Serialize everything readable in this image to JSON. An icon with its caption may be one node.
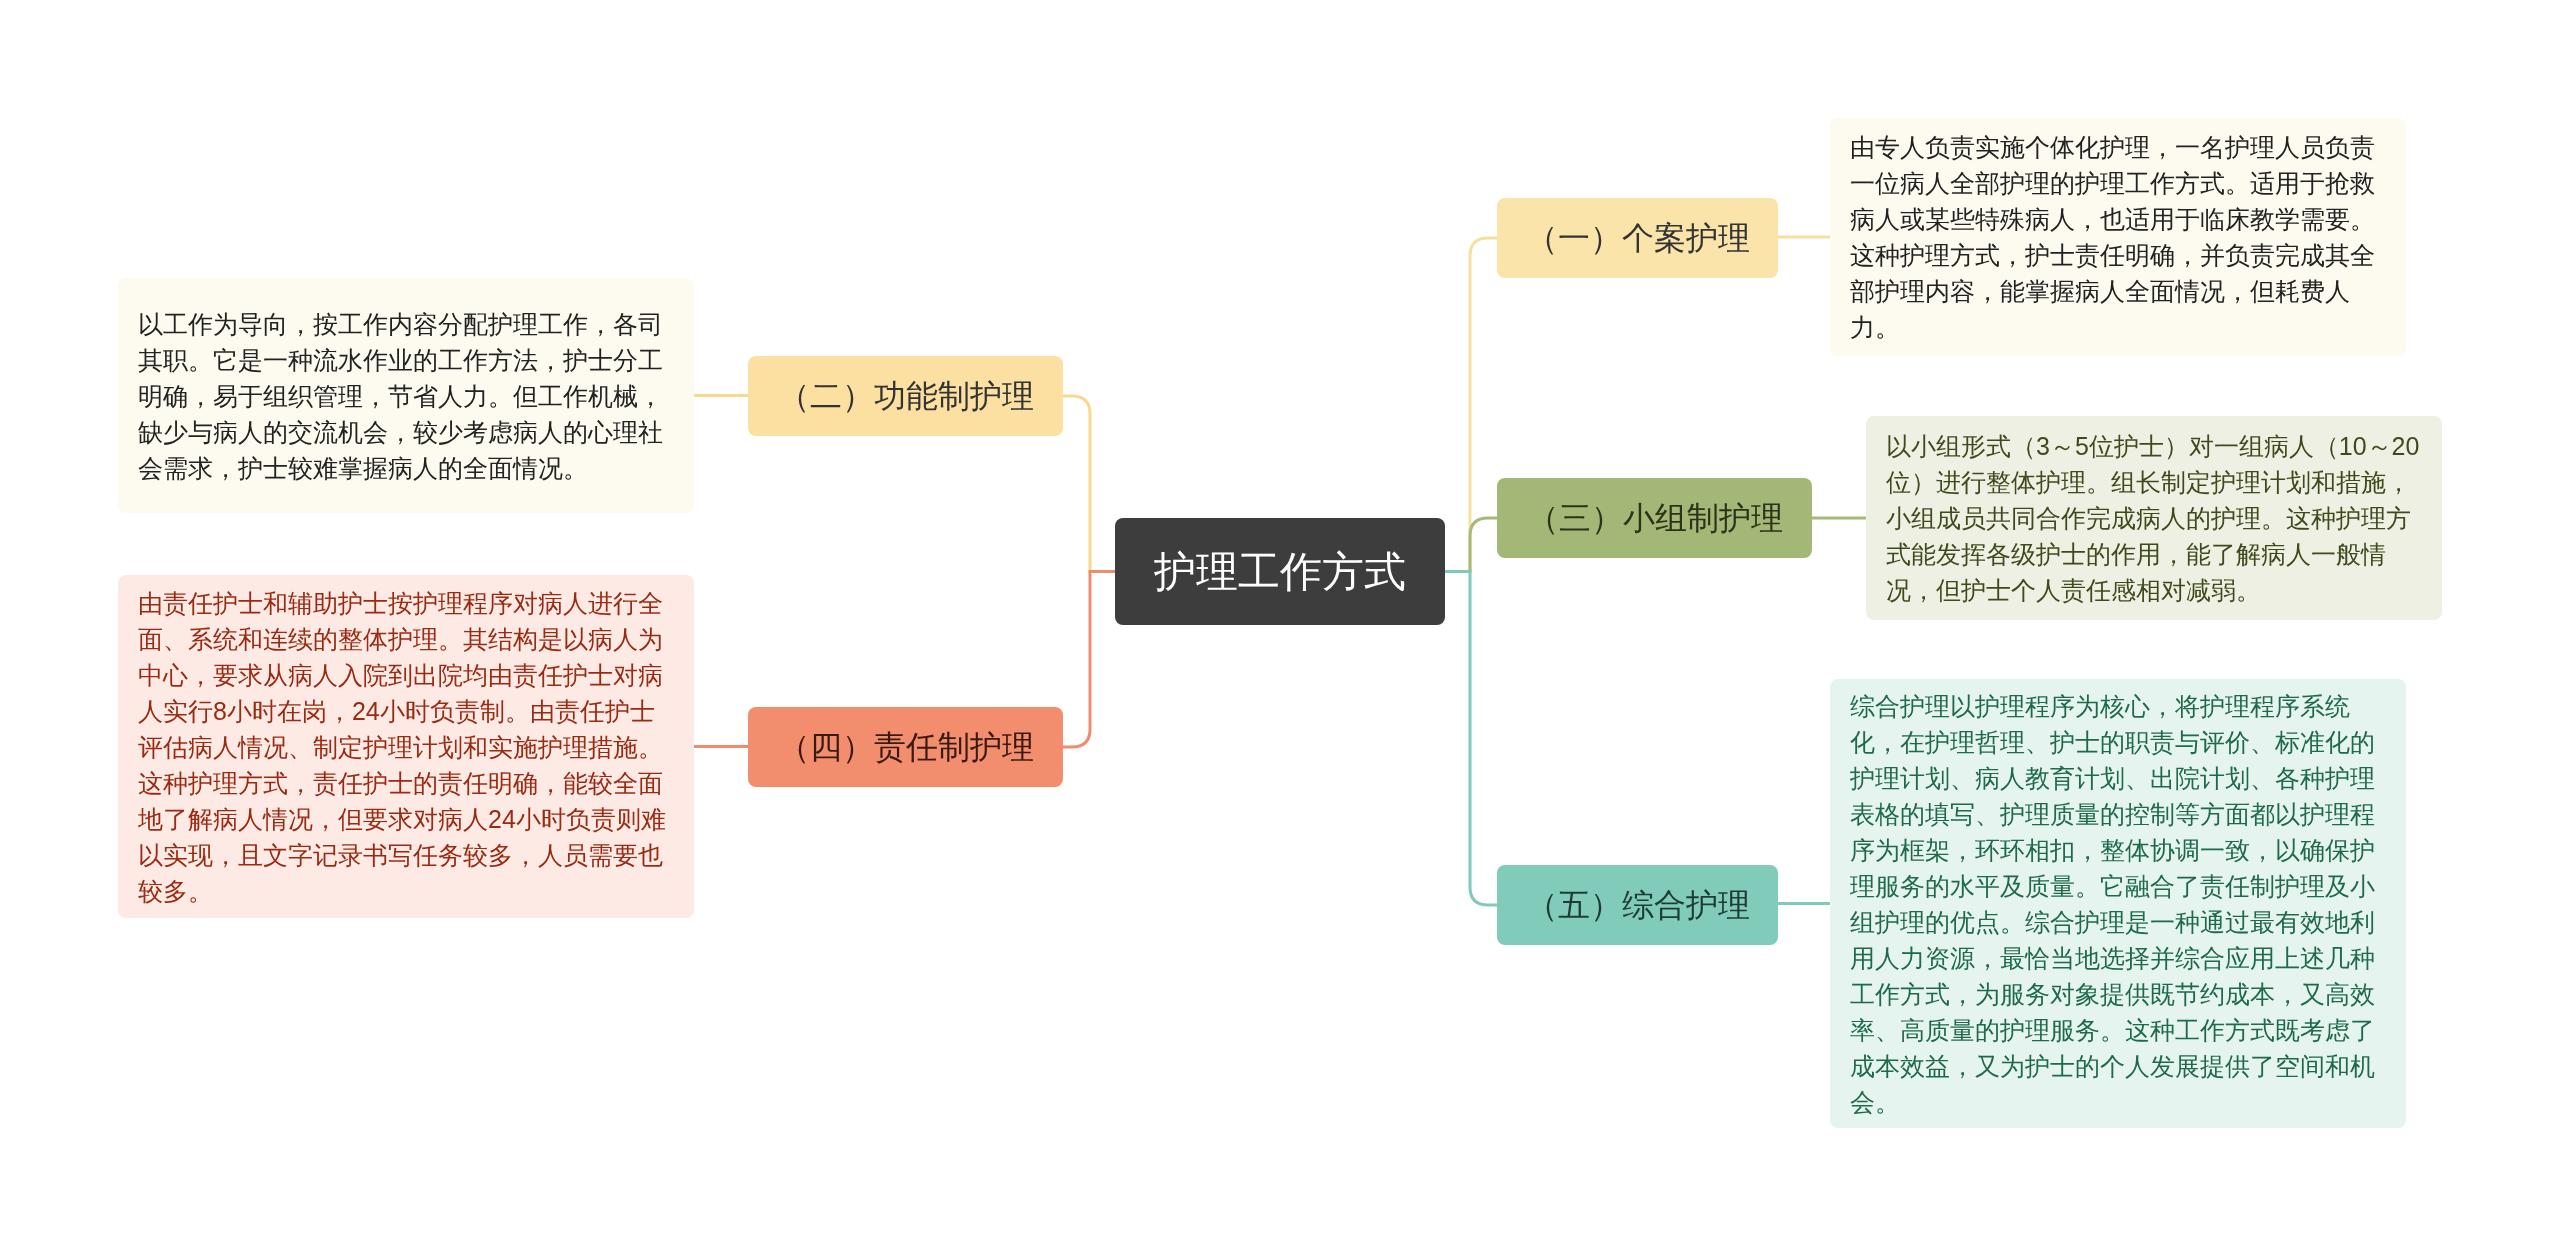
{
  "diagram": {
    "nodes": [
      {
        "text": [
          "护理工作方式"
        ]
      },
      {
        "text": [
          "（一）个案护理"
        ]
      },
      {
        "text": [
          "由专人负责实施个体化护理，一名护理人员负责一位病人全部护理的护理工作方式。适用于抢救病人或某些特殊病人，也适用于临床教学需要。这种护理方式，护士责任明确，并负责完成其全部护理内容，能掌握病人全面情况，但耗费人力。"
        ]
      },
      {
        "text": [
          "（二）功能制护理"
        ]
      },
      {
        "text": [
          "以工作为导向，按工作内容分配护理工作，各司其职。它是一种流水作业的工作方法，护士分工明确，易于组织管理，节省人力。但工作机械，缺少与病人的交流机会，较少考虑病人的心理社会需求，护士较难掌握病人的全面情况。"
        ]
      },
      {
        "text": [
          "（三）小组制护理"
        ]
      },
      {
        "text": [
          "以小组形式（3～5位护士）对一组病人（10～20位）进行整体护理。组长制定护理计划和措施，小组成员共同合作完成病人的护理。这种护理方式能发挥各级护士的作用，能了解病人一般情况，但护士个人责任感相对减弱。"
        ]
      },
      {
        "text": [
          "（四）责任制护理"
        ]
      },
      {
        "text": [
          "由责任护士和辅助护士按护理程序对病人进行全面、系统和连续的整体护理。其结构是以病人为中心，要求从病人入院到出院均由责任护士对病人实行8小时在岗，24小时负责制。由责任护士评估病人情况、制定护理计划和实施护理措施。这种护理方式，责任护士的责任明确，能较全面地了解病人情况，但要求对病人24小时负责则难以实现，且文字记录书写任务较多，人员需要也较多。"
        ]
      },
      {
        "text": [
          "（五）综合护理"
        ]
      },
      {
        "text": [
          "综合护理以护理程序为核心，将护理程序系统化，在护理哲理、护士的职责与评价、标准化的护理计划、病人教育计划、出院计划、各种护理表格的填写、护理质量的控制等方面都以护理程序为框架，环环相扣，整体协调一致，以确保护理服务的水平及质量。它融合了责任制护理及小组护理的优点。综合护理是一种通过最有效地利用人力资源，最恰当地选择并综合应用上述几种工作方式，为服务对象提供既节约成本，又高效率、高质量的护理服务。这种工作方式既考虑了成本效益，又为护士的个人发展提供了空间和机会。"
        ]
      }
    ],
    "edges": [
      {
        "from": 0,
        "to": 1,
        "arrow": "none",
        "color": "#f7df9e"
      },
      {
        "from": 1,
        "to": 2,
        "arrow": "none",
        "color": "#f7df9e"
      },
      {
        "from": 0,
        "to": 3,
        "arrow": "none",
        "color": "#f7d88f"
      },
      {
        "from": 3,
        "to": 4,
        "arrow": "none",
        "color": "#f7d88f"
      },
      {
        "from": 0,
        "to": 5,
        "arrow": "none",
        "color": "#a5b978"
      },
      {
        "from": 5,
        "to": 6,
        "arrow": "none",
        "color": "#a5b978"
      },
      {
        "from": 0,
        "to": 7,
        "arrow": "none",
        "color": "#f08c6c"
      },
      {
        "from": 7,
        "to": 8,
        "arrow": "none",
        "color": "#f08c6c"
      },
      {
        "from": 0,
        "to": 9,
        "arrow": "none",
        "color": "#7fcabb"
      },
      {
        "from": 9,
        "to": 10,
        "arrow": "none",
        "color": "#7fcabb"
      }
    ]
  }
}
